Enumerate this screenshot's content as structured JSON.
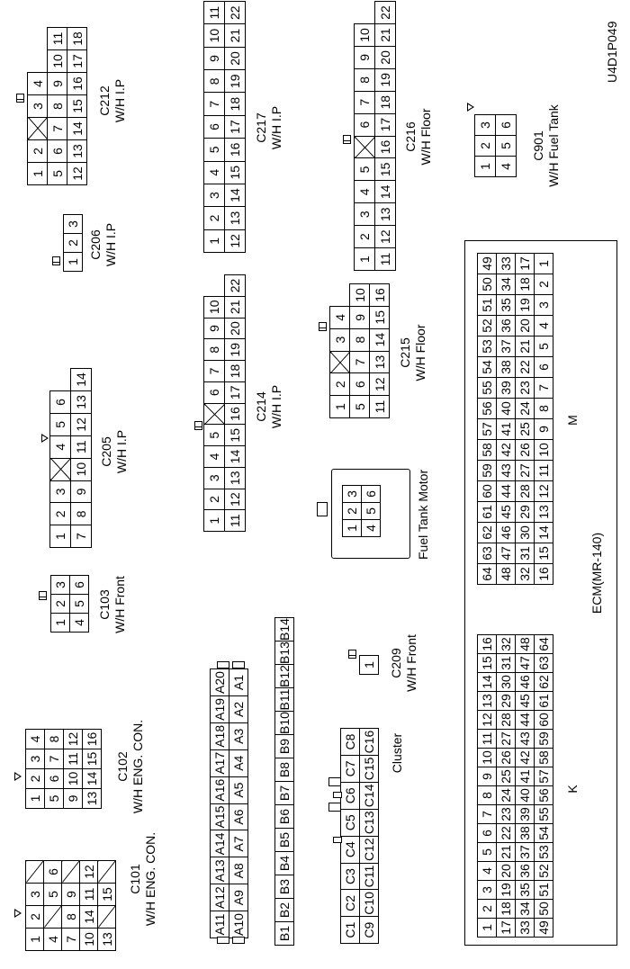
{
  "figure_code": "U4D1P049",
  "connectors": {
    "c101": {
      "name": "C101",
      "harness": "W/H ENG. CON.",
      "rows": [
        [
          "1",
          "2",
          "3",
          ""
        ],
        [
          "4",
          "",
          "5",
          "6"
        ],
        [
          "7",
          "8",
          "9",
          ""
        ],
        [
          "10",
          "14",
          "11",
          "12"
        ],
        [
          "13",
          "",
          "15",
          ""
        ]
      ]
    },
    "c102": {
      "name": "C102",
      "harness": "W/H ENG. CON.",
      "rows": [
        [
          "1",
          "2",
          "3",
          "4"
        ],
        [
          "5",
          "6",
          "7",
          "8"
        ],
        [
          "9",
          "10",
          "11",
          "12"
        ],
        [
          "13",
          "14",
          "15",
          "16"
        ]
      ]
    },
    "c103": {
      "name": "C103",
      "harness": "W/H Front",
      "rows": [
        [
          "1",
          "2",
          "3"
        ],
        [
          "4",
          "5",
          "6"
        ]
      ]
    },
    "c205": {
      "name": "C205",
      "harness": "W/H I.P",
      "rows": [
        [
          "1",
          "2",
          "3",
          "",
          "4",
          "5",
          "6"
        ],
        [
          "7",
          "8",
          "9",
          "10",
          "11",
          "12",
          "13",
          "14"
        ]
      ]
    },
    "c206": {
      "name": "C206",
      "harness": "W/H I.P",
      "rows": [
        [
          "1",
          "2",
          "3"
        ]
      ]
    },
    "c209": {
      "name": "C209",
      "harness": "W/H Front",
      "rows": [
        [
          "1"
        ]
      ]
    },
    "c212": {
      "name": "C212",
      "harness": "W/H I.P",
      "rows": [
        [
          "1",
          "2",
          "",
          "3",
          "4"
        ],
        [
          "5",
          "6",
          "7",
          "8",
          "9",
          "10",
          "11"
        ],
        [
          "12",
          "13",
          "14",
          "15",
          "16",
          "17",
          "18"
        ]
      ]
    },
    "c214": {
      "name": "C214",
      "harness": "W/H I.P",
      "rows": [
        [
          "1",
          "2",
          "3",
          "4",
          "5",
          "",
          "6",
          "7",
          "8",
          "9",
          "10"
        ],
        [
          "11",
          "12",
          "13",
          "14",
          "15",
          "16",
          "17",
          "18",
          "19",
          "20",
          "21",
          "22"
        ]
      ]
    },
    "c215": {
      "name": "C215",
      "harness": "W/H Floor",
      "rows": [
        [
          "1",
          "2",
          "",
          "3",
          "4"
        ],
        [
          "5",
          "6",
          "7",
          "8",
          "9",
          "10"
        ],
        [
          "11",
          "12",
          "13",
          "14",
          "15",
          "16"
        ]
      ]
    },
    "c216": {
      "name": "C216",
      "harness": "W/H Floor",
      "rows": [
        [
          "1",
          "2",
          "3",
          "4",
          "5",
          "",
          "6",
          "7",
          "8",
          "9",
          "10"
        ],
        [
          "11",
          "12",
          "13",
          "14",
          "15",
          "16",
          "17",
          "18",
          "19",
          "20",
          "21",
          "22"
        ]
      ]
    },
    "c217": {
      "name": "C217",
      "harness": "W/H I.P",
      "rows": [
        [
          "1",
          "2",
          "3",
          "4",
          "5",
          "6",
          "7",
          "8",
          "9",
          "10",
          "11"
        ],
        [
          "12",
          "13",
          "14",
          "15",
          "16",
          "17",
          "18",
          "19",
          "20",
          "21",
          "22"
        ]
      ]
    },
    "c901": {
      "name": "C901",
      "harness": "W/H Fuel Tank",
      "rows": [
        [
          "1",
          "2",
          "3"
        ],
        [
          "4",
          "5",
          "6"
        ]
      ]
    },
    "fuel_tank_motor": {
      "label": "Fuel Tank Motor",
      "rows": [
        [
          "1",
          "2",
          "3"
        ],
        [
          "4",
          "5",
          "6"
        ]
      ]
    },
    "cluster": {
      "label": "Cluster",
      "rows": [
        [
          "A11",
          "A12",
          "A13",
          "A14",
          "A15",
          "A16",
          "A17",
          "A18",
          "A19",
          "A20"
        ],
        [
          "A10",
          "A9",
          "A8",
          "A7",
          "A6",
          "A5",
          "A4",
          "A3",
          "A2",
          "A1"
        ],
        [
          "B1",
          "B2",
          "B3",
          "B4",
          "B5",
          "B6",
          "B7",
          "B8",
          "B9",
          "B10",
          "B11",
          "B12",
          "B13",
          "B14"
        ],
        [
          "C1",
          "C2",
          "C3",
          "C4",
          "C5",
          "C6",
          "C7",
          "C8"
        ],
        [
          "C9",
          "C10",
          "C11",
          "C12",
          "C13",
          "C14",
          "C15",
          "C16"
        ]
      ]
    },
    "ecm": {
      "label": "ECM(MR-140)",
      "section_k": "K",
      "section_m": "M",
      "k_rows": [
        [
          "1",
          "2",
          "3",
          "4",
          "5",
          "6",
          "7",
          "8",
          "9",
          "10",
          "11",
          "12",
          "13",
          "14",
          "15",
          "16"
        ],
        [
          "17",
          "18",
          "19",
          "20",
          "21",
          "22",
          "23",
          "24",
          "25",
          "26",
          "27",
          "28",
          "29",
          "30",
          "31",
          "32"
        ],
        [
          "33",
          "34",
          "35",
          "36",
          "37",
          "38",
          "39",
          "40",
          "41",
          "42",
          "43",
          "44",
          "45",
          "46",
          "47",
          "48"
        ],
        [
          "49",
          "50",
          "51",
          "52",
          "53",
          "54",
          "55",
          "56",
          "57",
          "58",
          "59",
          "60",
          "61",
          "62",
          "63",
          "64"
        ]
      ],
      "m_rows": [
        [
          "64",
          "63",
          "62",
          "61",
          "60",
          "59",
          "58",
          "57",
          "56",
          "55",
          "54",
          "53",
          "52",
          "51",
          "50",
          "49"
        ],
        [
          "48",
          "47",
          "46",
          "45",
          "44",
          "43",
          "42",
          "41",
          "40",
          "39",
          "38",
          "37",
          "36",
          "35",
          "34",
          "33"
        ],
        [
          "32",
          "31",
          "30",
          "29",
          "28",
          "27",
          "26",
          "25",
          "24",
          "23",
          "22",
          "21",
          "20",
          "19",
          "18",
          "17"
        ],
        [
          "16",
          "15",
          "14",
          "13",
          "12",
          "11",
          "10",
          "9",
          "8",
          "7",
          "6",
          "5",
          "4",
          "3",
          "2",
          "1"
        ]
      ]
    }
  }
}
